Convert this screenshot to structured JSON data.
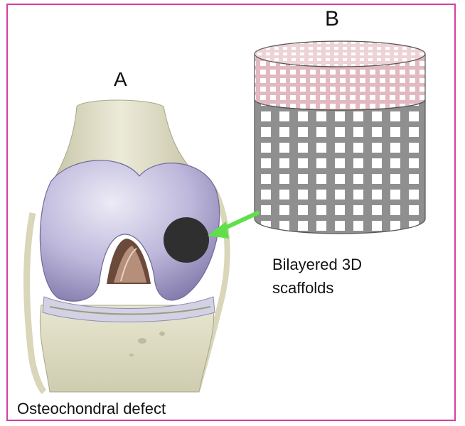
{
  "labels": {
    "panel_a": "A",
    "panel_b": "B",
    "scaffold_caption_line1": "Bilayered 3D",
    "scaffold_caption_line2": "scaffolds",
    "defect_caption": "Osteochondral defect"
  },
  "colors": {
    "frame": "#d63fa0",
    "arrow": "#5fe04b",
    "defect": "#2f2f2f",
    "cartilage_layer": "#e6c1c8",
    "bone_layer": "#8e8e8e",
    "femur_cartilage": "#b9b3d8",
    "bone": "#dedcc4"
  }
}
